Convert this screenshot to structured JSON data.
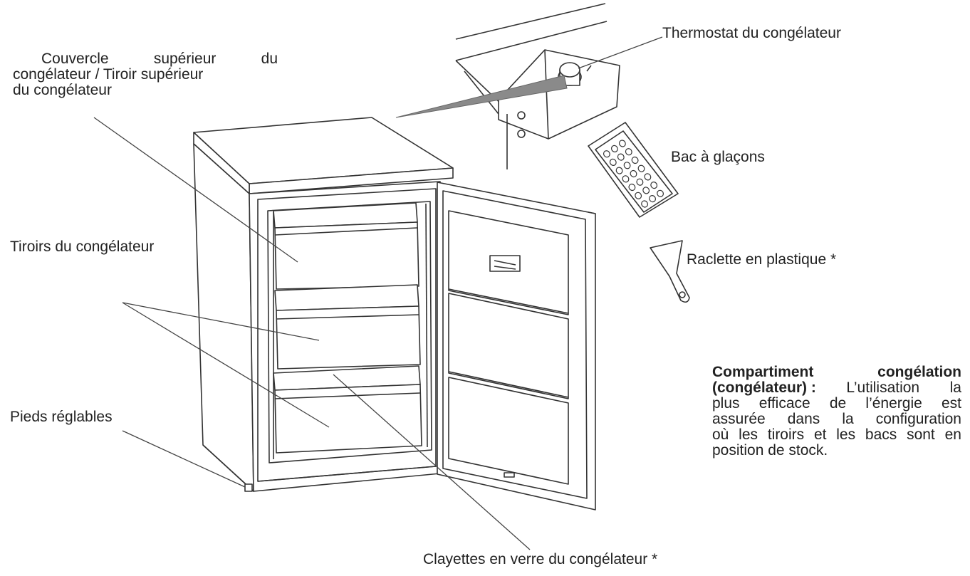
{
  "labels": {
    "top_lid_words": [
      "Couvercle",
      "supérieur",
      "du"
    ],
    "top_lid_line2": "congélateur / Tiroir supérieur",
    "top_lid_line3": "du congélateur",
    "thermostat": "Thermostat du congélateur",
    "ice_tray": "Bac à glaçons",
    "scraper": "Raclette en plastique *",
    "drawers": "Tiroirs du congélateur",
    "feet": "Pieds réglables",
    "glass_shelves": "Clayettes en verre du congélateur *"
  },
  "note": {
    "line1_words": [
      "Compartiment",
      "congélation"
    ],
    "line2_bold": "(congélateur) :",
    "line2_words": [
      "L’utilisation",
      "la"
    ],
    "line3_words": [
      "plus",
      "efficace",
      "de",
      "l’énergie",
      "est"
    ],
    "line4_words": [
      "assurée",
      "dans",
      "la",
      "configuration"
    ],
    "line5_words": [
      "où",
      "les",
      "tiroirs",
      "et",
      "les",
      "bacs",
      "sont",
      "en"
    ],
    "line6": "position de stock."
  },
  "colors": {
    "line": "#333333",
    "callout_fill": "#8a8a8a",
    "background": "#ffffff"
  }
}
